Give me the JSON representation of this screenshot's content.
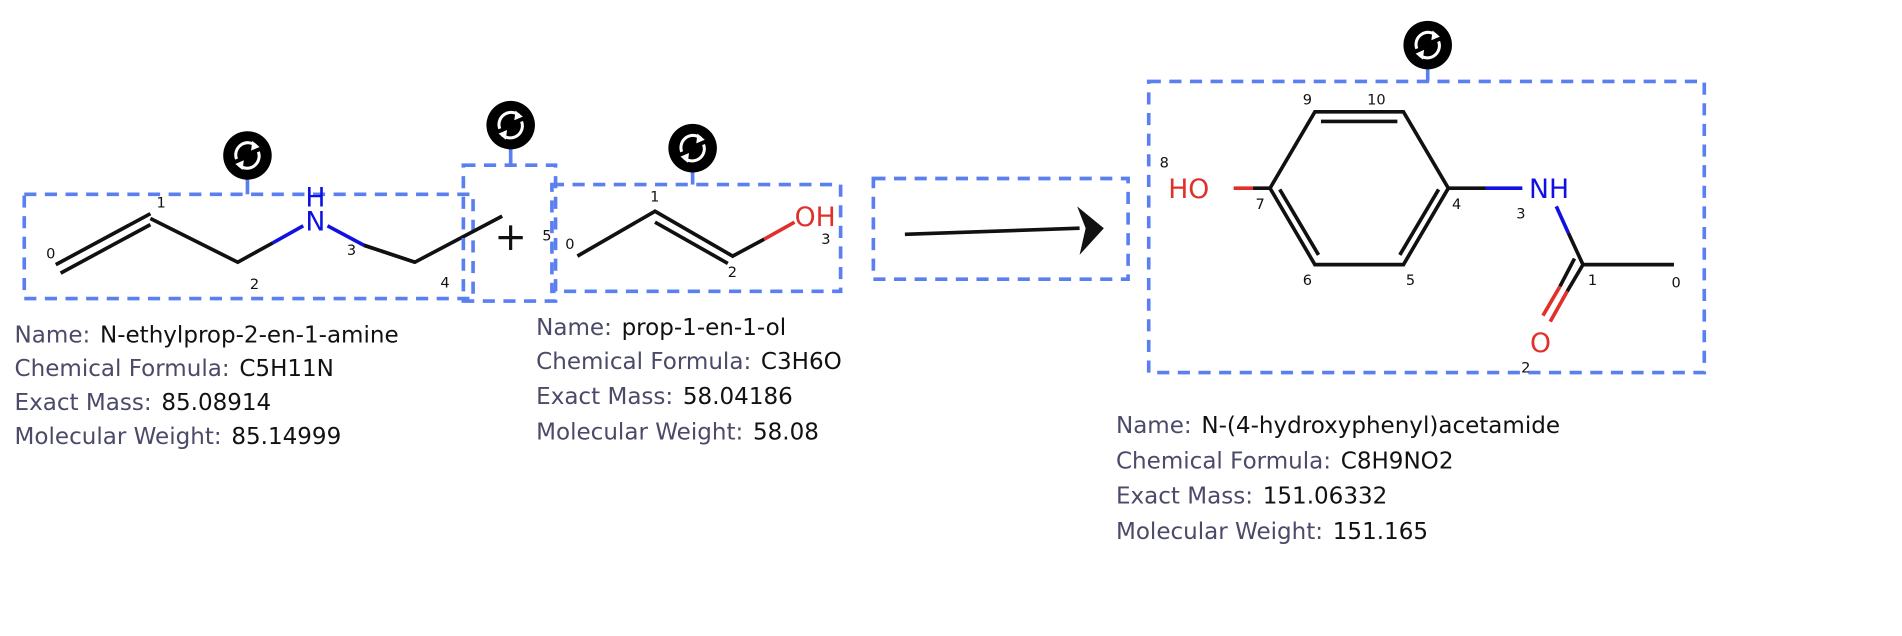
{
  "colors": {
    "box": "#5a7ff0",
    "nitrogen": "#1010e0",
    "oxygen": "#e0302a",
    "label": "#4b4a68"
  },
  "labels": {
    "name": "Name:",
    "formula": "Chemical Formula:",
    "exact_mass": "Exact Mass:",
    "mol_weight": "Molecular Weight:"
  },
  "reactants": [
    {
      "name": "N-ethylprop-2-en-1-amine",
      "formula": "C5H11N",
      "exact_mass": "85.08914",
      "mol_weight": "85.14999",
      "atoms": {
        "N": "N",
        "H": "H"
      },
      "indices": [
        "0",
        "1",
        "2",
        "3",
        "4",
        "5"
      ]
    },
    {
      "name": "prop-1-en-1-ol",
      "formula": "C3H6O",
      "exact_mass": "58.04186",
      "mol_weight": "58.08",
      "atoms": {
        "OH": "OH"
      },
      "indices": [
        "0",
        "1",
        "2",
        "3"
      ]
    }
  ],
  "operator": "+",
  "product": {
    "name": "N-(4-hydroxyphenyl)acetamide",
    "formula": "C8H9NO2",
    "exact_mass": "151.06332",
    "mol_weight": "151.165",
    "atoms": {
      "HO": "HO",
      "NH": "NH",
      "O": "O"
    },
    "indices": [
      "0",
      "1",
      "2",
      "3",
      "4",
      "5",
      "6",
      "7",
      "8",
      "9",
      "10"
    ]
  },
  "icons": [
    "refresh-icon"
  ]
}
